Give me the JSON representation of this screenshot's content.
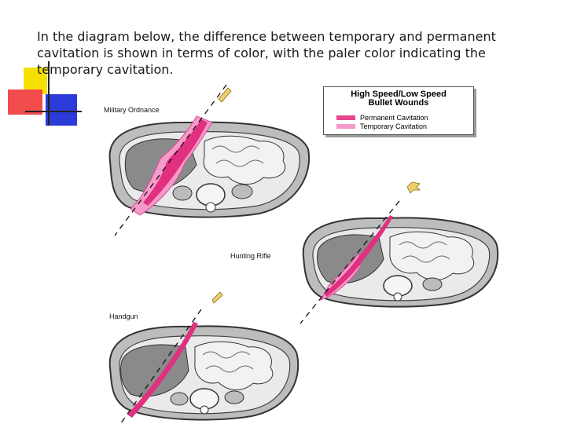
{
  "caption": "In the diagram below, the difference between temporary and permanent cavitation is shown in terms of color, with the paler color indicating the temporary cavitation.",
  "legend": {
    "title_line1": "High Speed/Low Speed",
    "title_line2": "Bullet Wounds",
    "permanent_label": "Permanent Cavitation",
    "temporary_label": "Temporary Cavitation",
    "permanent_color": "#e8458f",
    "temporary_color": "#f59acb"
  },
  "sections": {
    "military": {
      "label": "Military Ordnance"
    },
    "hunting": {
      "label": "Hunting Rifle"
    },
    "handgun": {
      "label": "Handgun"
    }
  },
  "colors": {
    "wound_magenta": "#e0307f",
    "bullet_yellow": "#ecd070",
    "organ_dark_gray": "#8a8a8a",
    "organ_light_gray": "#d8d8d8"
  }
}
